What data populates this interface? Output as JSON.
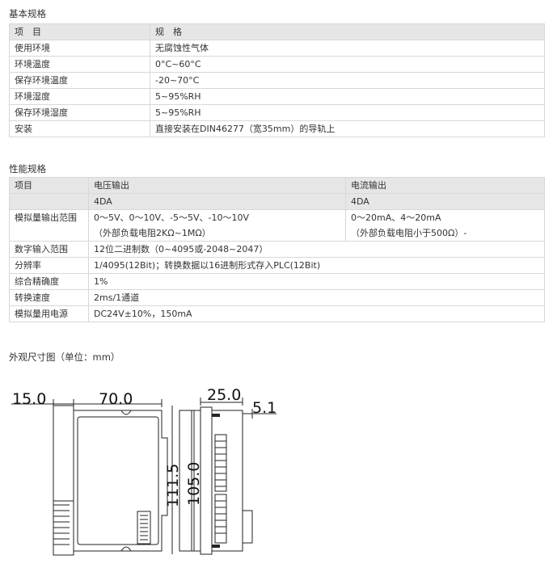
{
  "basic": {
    "title": "基本规格",
    "header": [
      "项　目",
      "规　格"
    ],
    "rows": [
      [
        "使用环境",
        "无腐蚀性气体"
      ],
      [
        "环境温度",
        "0°C~60°C"
      ],
      [
        "保存环境温度",
        "-20~70°C"
      ],
      [
        "环境湿度",
        "5~95%RH"
      ],
      [
        "保存环境湿度",
        "5~95%RH"
      ],
      [
        "安装",
        "直接安装在DIN46277（宽35mm）的导轨上"
      ]
    ]
  },
  "performance": {
    "title": "性能规格",
    "header": {
      "item": "项目",
      "voltage": "电压输出",
      "voltage_sub": "4DA",
      "current": "电流输出",
      "current_sub": "4DA"
    },
    "analog_range": {
      "label": "模拟量输出范围",
      "voltage_line1": "0～5V、0～10V、-5～5V、-10～10V",
      "voltage_line2": "（外部负载电阻2KΩ~1MΩ）",
      "current_line1": "0～20mA、4～20mA",
      "current_line2": "（外部负载电阻小于500Ω）-"
    },
    "rows": [
      [
        "数字输入范围",
        "12位二进制数（0~4095或-2048~2047）"
      ],
      [
        "分辨率",
        "1/4095(12Bit)；转换数据以16进制形式存入PLC(12Bit)"
      ],
      [
        "综合精确度",
        "1%"
      ],
      [
        "转换速度",
        "2ms/1通道"
      ],
      [
        "模拟量用电源",
        "DC24V±10%，150mA"
      ]
    ]
  },
  "dimensions": {
    "title": "外观尺寸图（单位：mm）",
    "labels": {
      "d15": "15.0",
      "d70": "70.0",
      "d25": "25.0",
      "d5": "5.1",
      "d111": "111.5",
      "d105": "105.0"
    }
  }
}
